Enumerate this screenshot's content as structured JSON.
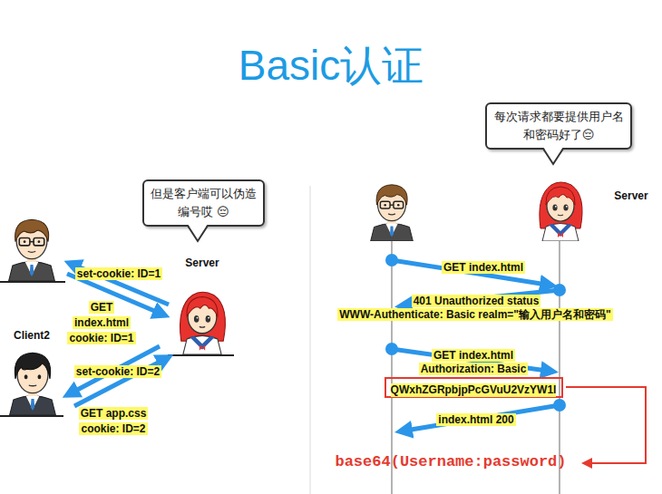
{
  "diagram": {
    "title": "Basic认证",
    "nodes": [
      {
        "text": [
          "但是客户端可以伪造编号哎 😔"
        ]
      },
      {
        "text": [
          "每次请求都要提供用户名和密码好了😔"
        ]
      },
      {
        "text": [
          "QWxhZGRpbjpPcGVuU2VzYW1l"
        ]
      }
    ],
    "labels": [
      "Server",
      "Client2",
      "set-cookie: ID=1",
      "GET index.html cookie: ID=1",
      "set-cookie: ID=2",
      "GET app.css cookie: ID=2",
      "Server",
      "GET index.html",
      "401 Unauthorized status",
      "WWW-Authenticate: Basic realm=\"输入用户名和密码\"",
      "GET index.html",
      "Authorization: Basic",
      "index.html 200",
      "base64(Username:password)"
    ]
  }
}
